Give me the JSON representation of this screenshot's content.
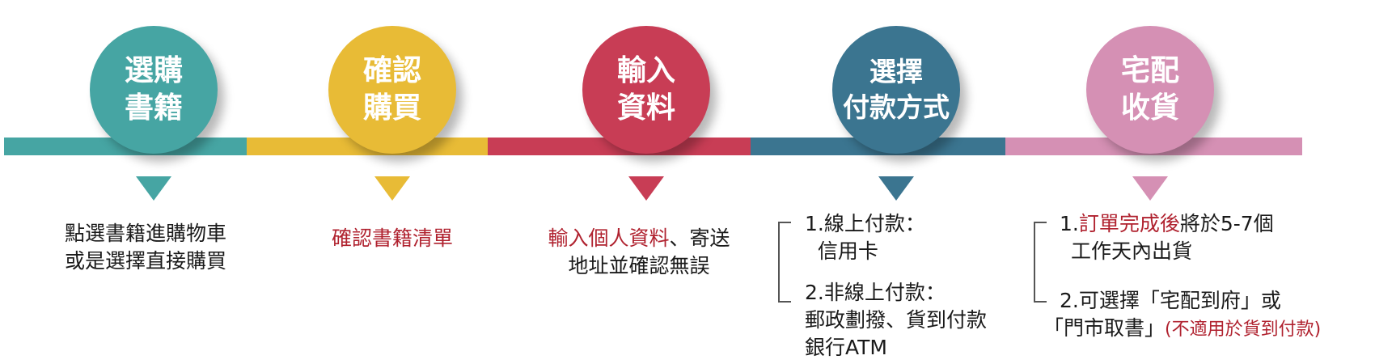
{
  "colors": {
    "teal": "#46a5a3",
    "yellow": "#e8bb36",
    "red": "#c83d55",
    "navy": "#3b7590",
    "pink": "#d590b4",
    "highlight": "#b0222f"
  },
  "steps": [
    {
      "title_lines": [
        "選購",
        "書籍"
      ],
      "desc_lines": [
        "點選書籍進購物車",
        "或是選擇直接購買"
      ]
    },
    {
      "title_lines": [
        "確認",
        "購買"
      ],
      "desc": "確認書籍清單"
    },
    {
      "title_lines": [
        "輸入",
        "資料"
      ],
      "desc_line1_highlight": "輸入個人資料",
      "desc_line1_rest": "、寄送",
      "desc_line2": "地址並確認無誤"
    },
    {
      "title_lines": [
        "選擇",
        "付款方式"
      ],
      "options": [
        {
          "line1": "1.線上付款：",
          "line2": "  信用卡"
        },
        {
          "line1": "2.非線上付款：",
          "line2": "郵政劃撥、貨到付款",
          "line3": "銀行ATM"
        }
      ]
    },
    {
      "title_lines": [
        "宅配",
        "收貨"
      ],
      "item1_prefix": "1.",
      "item1_highlight": "訂單完成後",
      "item1_rest": "將於5-7個",
      "item1_line2": "工作天內出貨",
      "item2_line1": "2.可選擇「宅配到府」或",
      "item2_line2": "「門市取書」",
      "item2_note": "(不適用於貨到付款)"
    }
  ]
}
